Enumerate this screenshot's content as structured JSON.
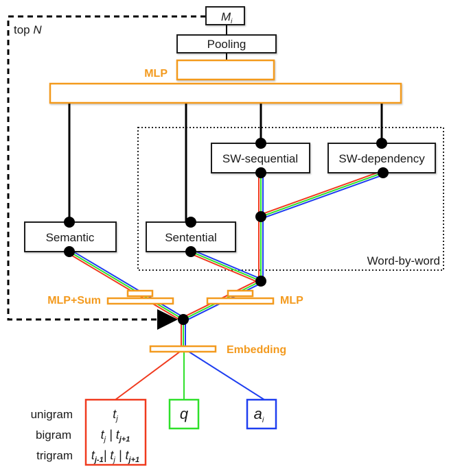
{
  "diagram": {
    "nodes": {
      "output": {
        "label": "M",
        "subscript": "i"
      },
      "pooling": {
        "label": "Pooling"
      },
      "top_mlp": {
        "label": "MLP"
      },
      "semantic": {
        "label": "Semantic"
      },
      "sentential": {
        "label": "Sentential"
      },
      "sw_sequential": {
        "label": "SW-sequential"
      },
      "sw_dependency": {
        "label": "SW-dependency"
      },
      "mlp_sum": {
        "label": "MLP+Sum"
      },
      "mid_mlp": {
        "label": "MLP"
      },
      "embedding": {
        "label": "Embedding"
      },
      "input_t": {
        "rows": [
          "t_j",
          "t_j | t_j+1",
          "t_j-1 | t_j | t_j+1"
        ]
      },
      "input_q": {
        "label": "q"
      },
      "input_a": {
        "label": "a",
        "subscript": "i"
      }
    },
    "groups": {
      "word_by_word": {
        "label": "Word-by-word"
      }
    },
    "feedback": {
      "label": "top",
      "label_italic": "N"
    },
    "ngram_labels": [
      "unigram",
      "bigram",
      "trigram"
    ],
    "colors": {
      "accent": "#f39a1e",
      "red": "#f03a1e",
      "green": "#2ee02a",
      "blue": "#1e3ef0",
      "black": "#000000"
    }
  }
}
